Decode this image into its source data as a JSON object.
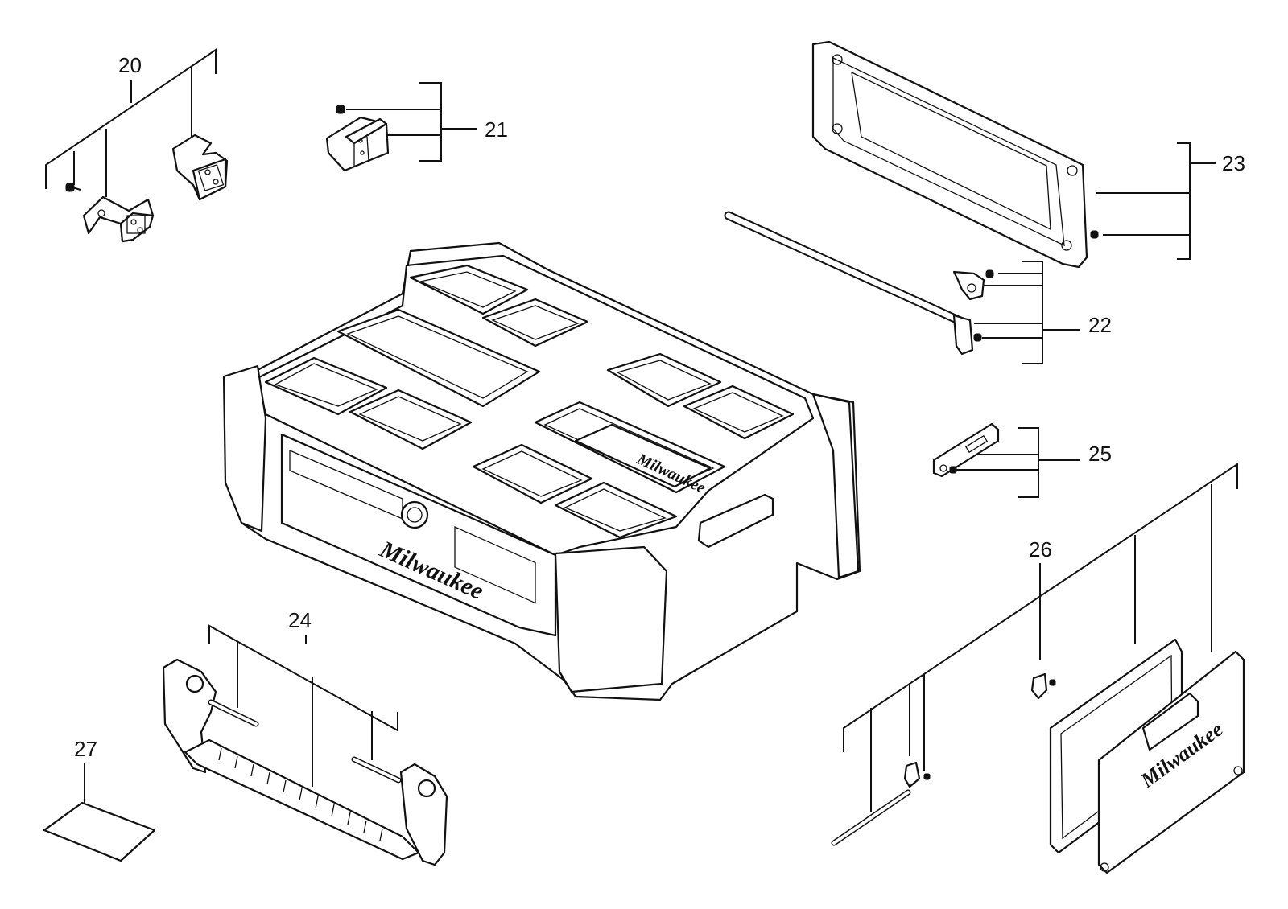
{
  "callouts": {
    "c20": "20",
    "c21": "21",
    "c22": "22",
    "c23": "23",
    "c24": "24",
    "c25": "25",
    "c26": "26",
    "c27": "27"
  },
  "logos": {
    "main_front": "Milwaukee",
    "lid_label": "Milwaukee",
    "door": "Milwaukee"
  }
}
